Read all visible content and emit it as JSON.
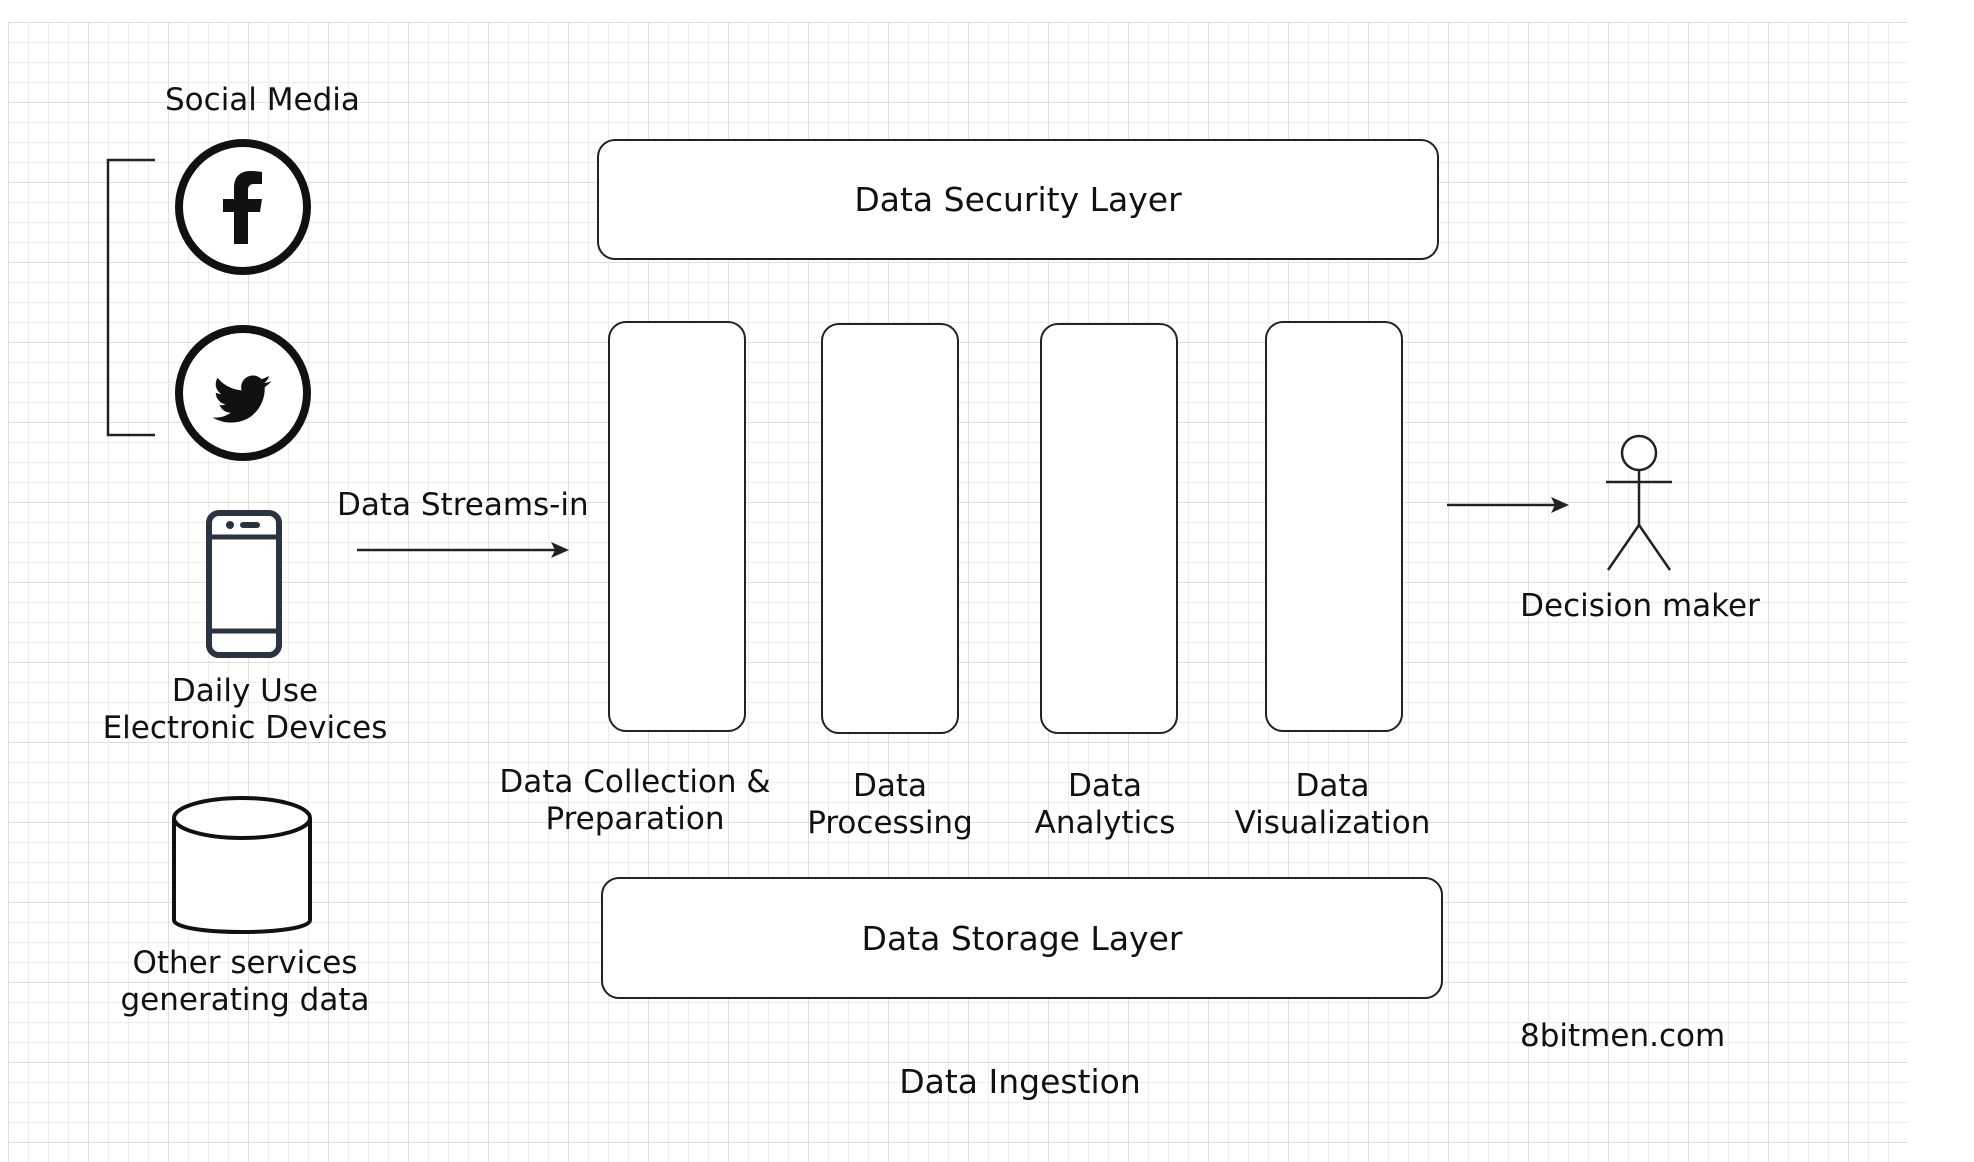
{
  "sources": {
    "social_media_label": "Social Media",
    "icons": [
      "facebook-icon",
      "twitter-icon",
      "smartphone-icon",
      "database-icon"
    ],
    "devices_label_line1": "Daily Use",
    "devices_label_line2": "Electronic Devices",
    "services_label_line1": "Other services",
    "services_label_line2": "generating data"
  },
  "streams_label": "Data Streams-in",
  "layers": {
    "security": "Data Security Layer",
    "storage": "Data Storage Layer"
  },
  "stages": [
    {
      "line1": "Data Collection &",
      "line2": "Preparation"
    },
    {
      "line1": "Data",
      "line2": "Processing"
    },
    {
      "line1": "Data",
      "line2": "Analytics"
    },
    {
      "line1": "Data",
      "line2": "Visualization"
    }
  ],
  "decision_maker_label": "Decision maker",
  "ingestion_label": "Data Ingestion",
  "watermark": "8bitmen.com",
  "colors": {
    "stroke": "#222222",
    "grid": "#e6e6e6",
    "background": "#ffffff"
  }
}
